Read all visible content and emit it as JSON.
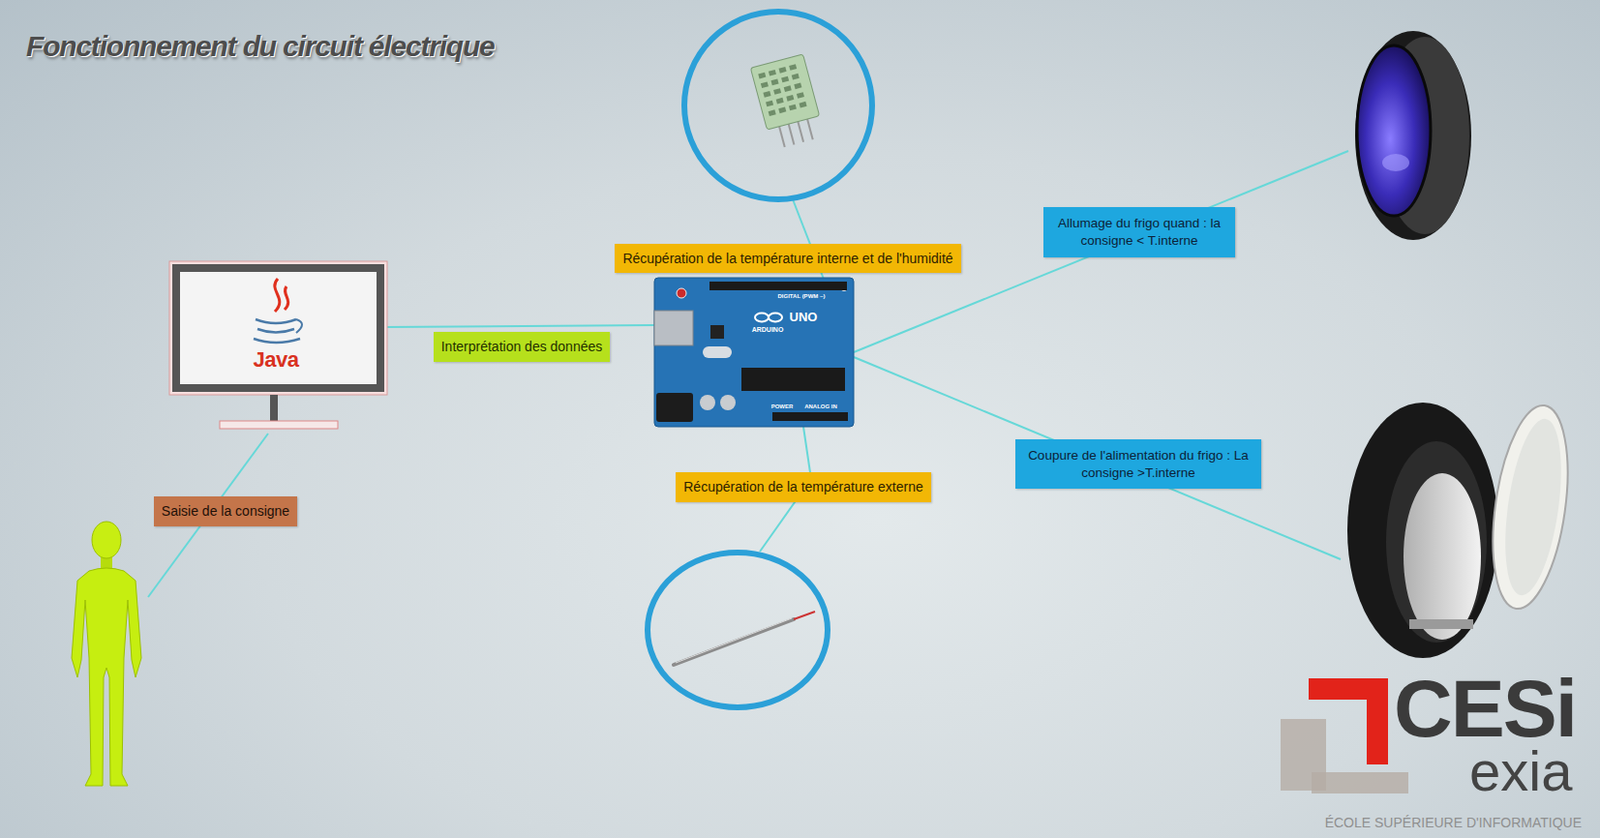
{
  "diagram": {
    "title": "Fonctionnement du circuit électrique",
    "nodes": [
      {
        "text": [
          "Allumage du frigo quand : la consigne < T.interne"
        ]
      },
      {
        "text": [
          "Récupération de la température interne et de l'humidité"
        ]
      },
      {
        "text": [
          "Interprétation des données"
        ]
      },
      {
        "text": [
          "Coupure de l'alimentation du frigo : La consigne >T.interne"
        ]
      },
      {
        "text": [
          "Récupération de la température externe"
        ]
      },
      {
        "text": [
          "Saisie de la consigne"
        ]
      }
    ],
    "labels": [
      "Java",
      "UNO",
      "ARDUINO",
      "DIGITAL (PWM ~)",
      "POWER",
      "ANALOG IN",
      "CESi",
      "exia",
      "ÉCOLE SUPÉRIEURE D'INFORMATIQUE"
    ]
  }
}
